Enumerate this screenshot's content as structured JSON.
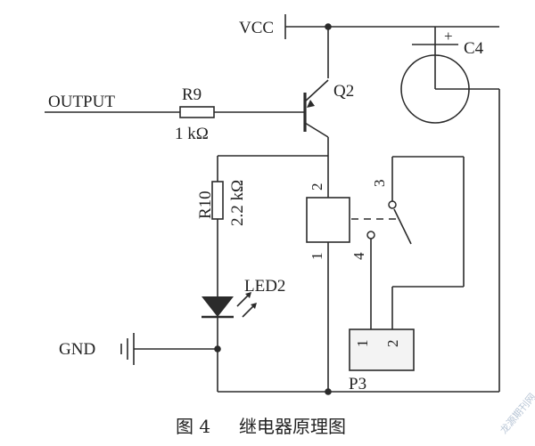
{
  "labels": {
    "vcc": "VCC",
    "output": "OUTPUT",
    "gnd": "GND",
    "r9_name": "R9",
    "r9_value": "1 kΩ",
    "r10_name": "R10",
    "r10_value": "2.2 kΩ",
    "q2_name": "Q2",
    "led_name": "LED2",
    "cap_name": "C4",
    "cap_plus": "+",
    "relay_pin_top": "2",
    "relay_pin_bottom": "1",
    "switch_pin_nc": "3",
    "switch_pin_no": "4",
    "p3_name": "P3",
    "p3_pin1": "1",
    "p3_pin2": "2"
  },
  "caption": {
    "number": "图 4",
    "title": "继电器原理图"
  },
  "watermark": "龙源期刊网"
}
